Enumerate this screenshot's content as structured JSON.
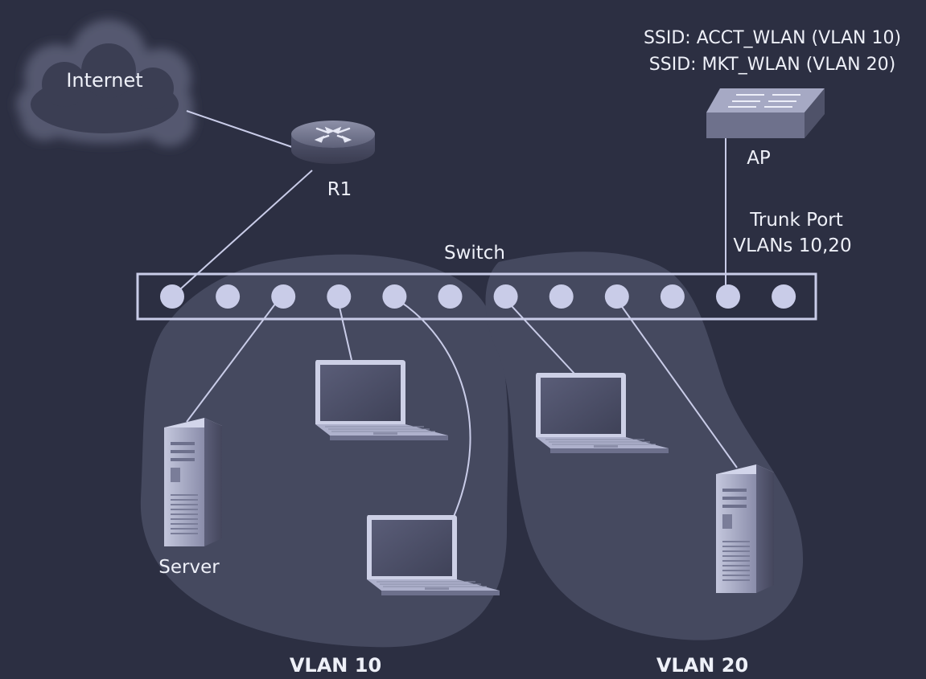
{
  "labels": {
    "internet": "Internet",
    "router": "R1",
    "switch": "Switch",
    "ap": "AP",
    "ssid_1": "SSID: ACCT_WLAN (VLAN 10)",
    "ssid_2": "SSID: MKT_WLAN (VLAN 20)",
    "trunk_1": "Trunk Port",
    "trunk_2": "VLANs 10,20",
    "server": "Server",
    "vlan10": "VLAN 10",
    "vlan20": "VLAN 20"
  },
  "colors": {
    "background": "#2c2f42",
    "zone": "#45495f",
    "port": "#c9cce8",
    "line": "#c9cce8",
    "text": "#eef0f8"
  },
  "switch_port_count": 12,
  "icons": [
    "cloud-icon",
    "router-icon",
    "access-point-icon",
    "laptop-icon",
    "server-tower-icon"
  ]
}
